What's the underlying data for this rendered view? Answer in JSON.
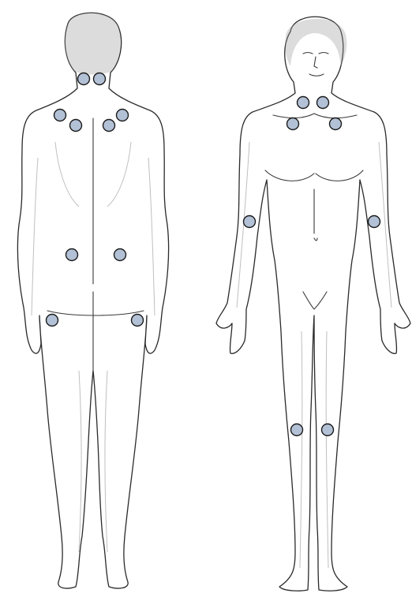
{
  "figure": {
    "figures": [
      {
        "view": "back",
        "points": [
          "neck-left",
          "neck-right",
          "trapezius-left",
          "trapezius-right",
          "supraspinatus-left",
          "supraspinatus-right",
          "lower-back-left",
          "lower-back-right",
          "hip-left",
          "hip-right"
        ]
      },
      {
        "view": "front",
        "points": [
          "lower-neck-left",
          "lower-neck-right",
          "second-rib-left",
          "second-rib-right",
          "elbow-left",
          "elbow-right",
          "knee-left",
          "knee-right"
        ]
      }
    ],
    "marker_fill": "#b3c1d6",
    "marker_stroke": "#1a1a1a",
    "line_color": "#2a2a2a"
  }
}
